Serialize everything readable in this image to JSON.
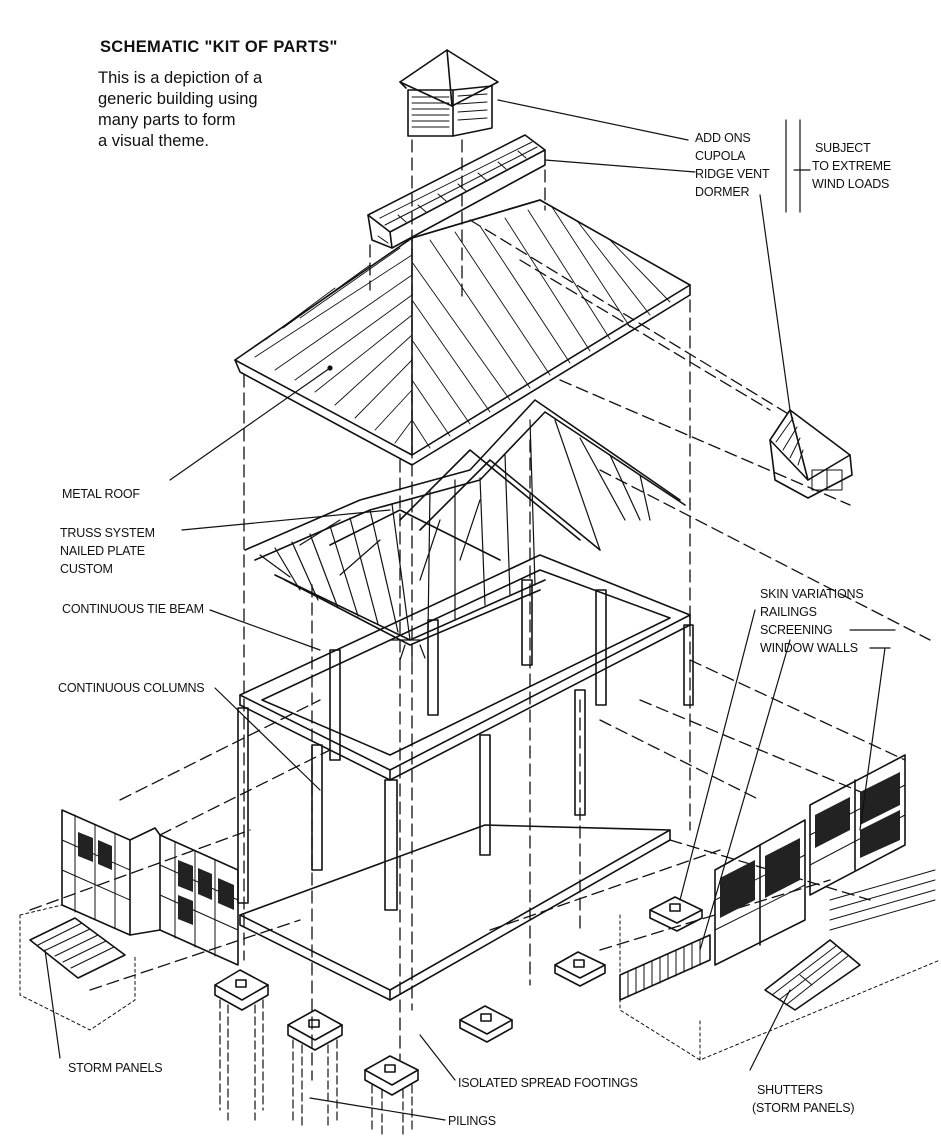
{
  "title": "SCHEMATIC \"KIT OF PARTS\"",
  "intro_lines": [
    "This is a depiction of a",
    "generic building using",
    "many parts to form",
    "a visual theme."
  ],
  "labels": {
    "add_ons": "ADD ONS",
    "cupola": "CUPOLA",
    "ridge_vent": "RIDGE VENT",
    "dormer": "DORMER",
    "subject_1": "SUBJECT",
    "subject_2": "TO EXTREME",
    "subject_3": "WIND LOADS",
    "metal_roof": "METAL ROOF",
    "truss_1": "TRUSS SYSTEM",
    "truss_2": "NAILED PLATE",
    "truss_3": "CUSTOM",
    "tie_beam": "CONTINUOUS TIE BEAM",
    "columns": "CONTINUOUS COLUMNS",
    "skin_variations": "SKIN VARIATIONS",
    "railings": "RAILINGS",
    "screening": "SCREENING",
    "window_walls": "WINDOW WALLS",
    "storm_panels": "STORM PANELS",
    "footings": "ISOLATED SPREAD FOOTINGS",
    "pilings": "PILINGS",
    "shutters_1": "SHUTTERS",
    "shutters_2": "(STORM PANELS)"
  }
}
